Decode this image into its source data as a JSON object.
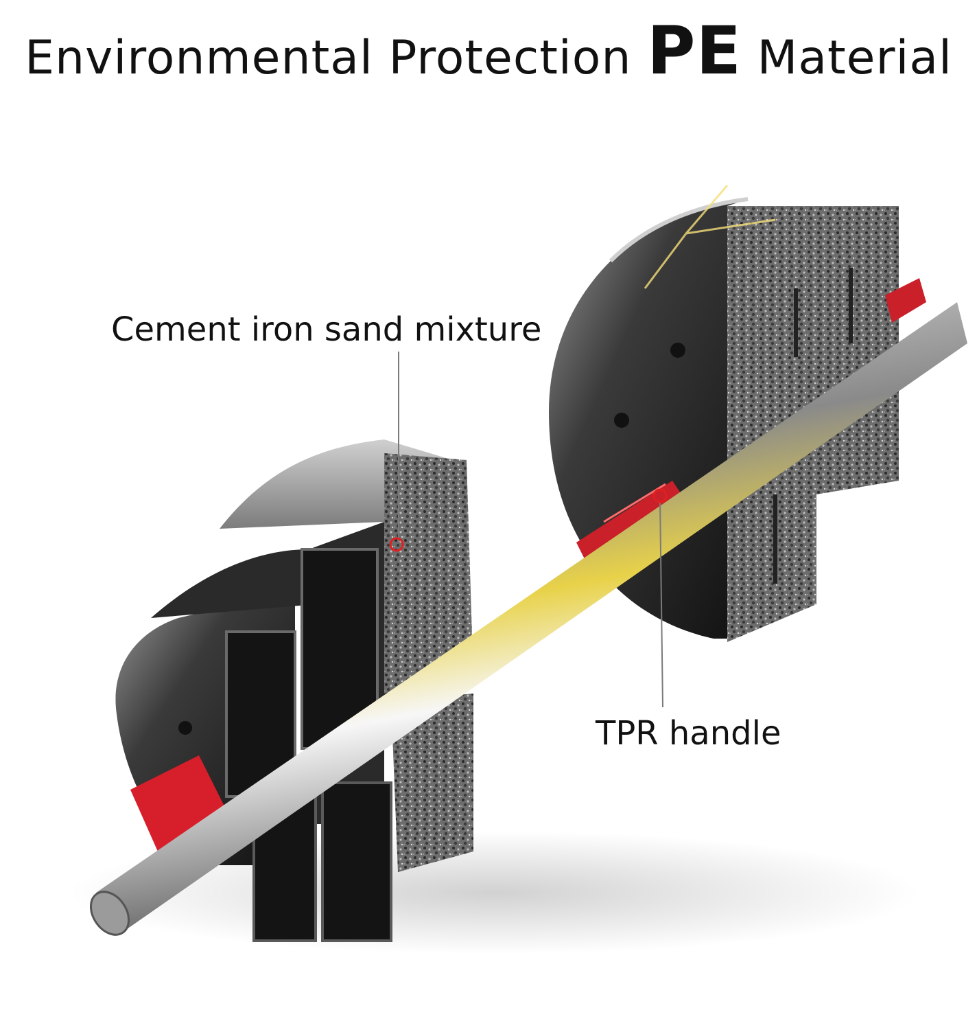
{
  "title": {
    "part1": "Environmental Protection ",
    "part2": "PE",
    "part3": " Material"
  },
  "labels": {
    "cement": "Cement iron sand mixture",
    "handle": "TPR handle"
  }
}
